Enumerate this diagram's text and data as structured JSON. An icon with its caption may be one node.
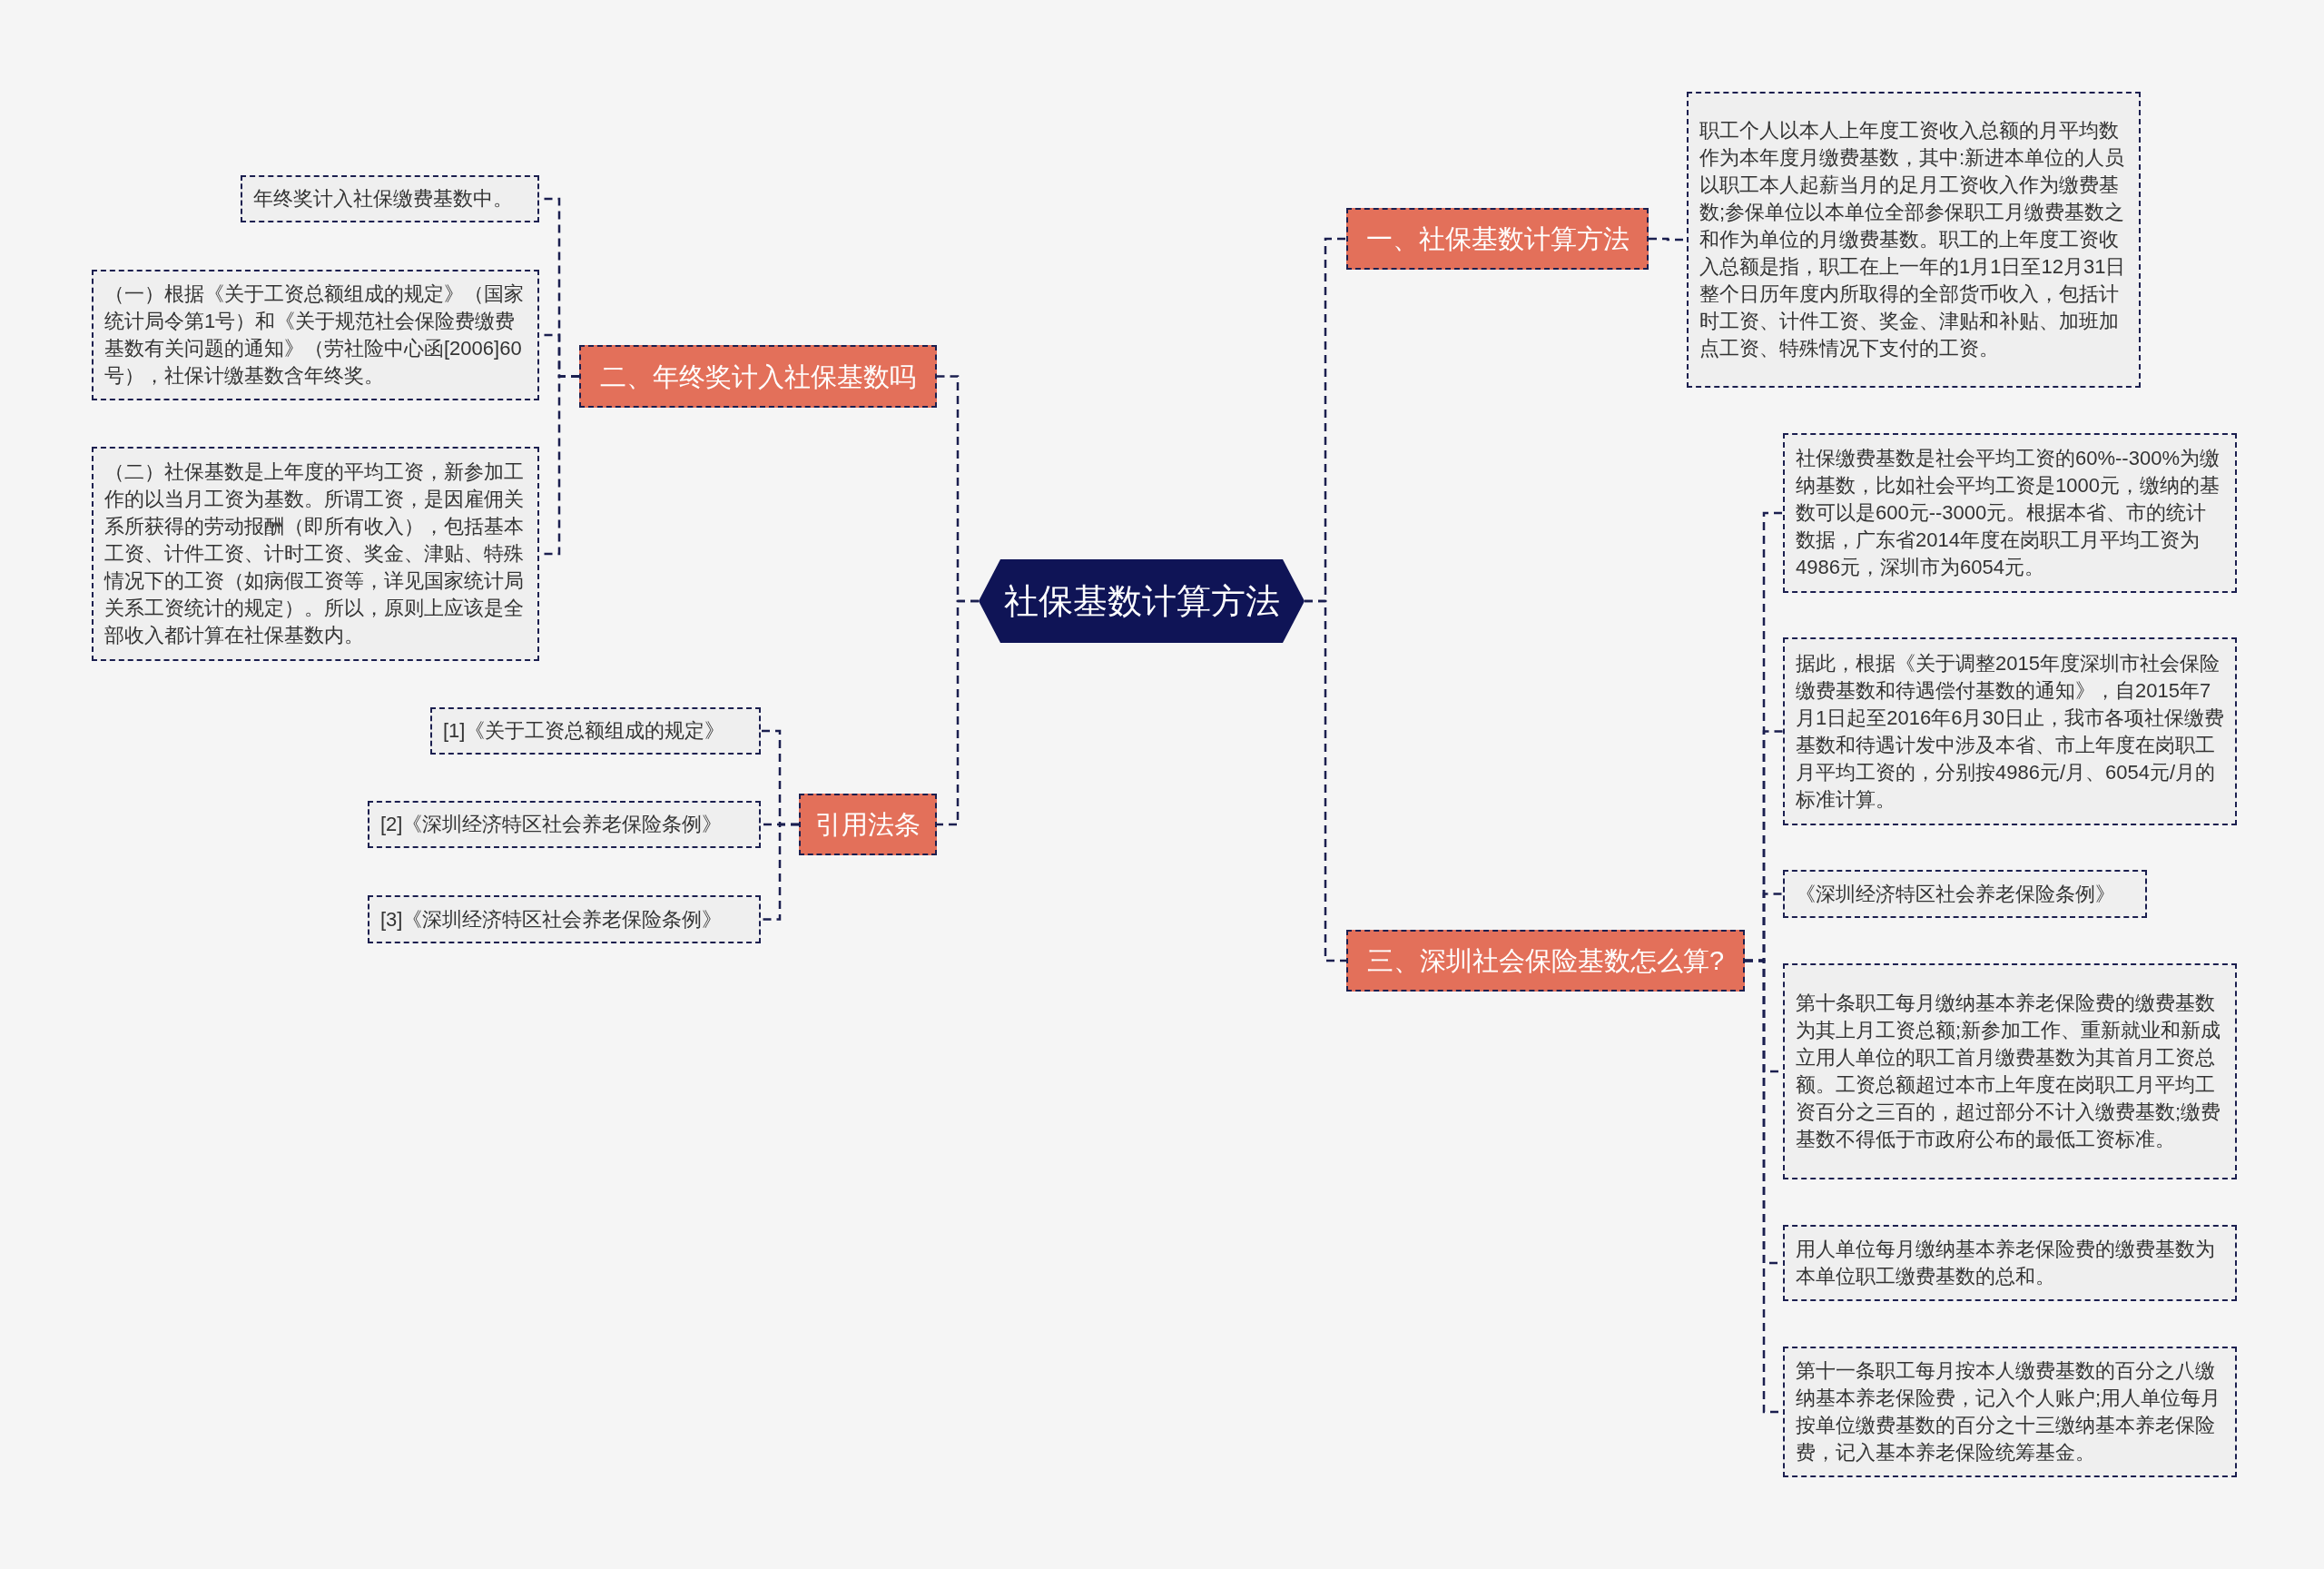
{
  "diagram": {
    "nodes": [
      {
        "text": [
          "社保基数计算方法"
        ]
      },
      {
        "text": [
          "一、社保基数计算方法"
        ]
      },
      {
        "text": [
          "职工个人以本人上年度工资收入总额的月平均数作为本年度月缴费基数，其中:新进本单位的人员以职工本人起薪当月的足月工资收入作为缴费基数;参保单位以本单位全部参保职工月缴费基数之和作为单位的月缴费基数。职工的上年度工资收入总额是指，职工在上一年的1月1日至12月31日整个日历年度内所取得的全部货币收入，包括计时工资、计件工资、奖金、津贴和补贴、加班加点工资、特殊情况下支付的工资。"
        ]
      },
      {
        "text": [
          "二、年终奖计入社保基数吗"
        ]
      },
      {
        "text": [
          "年终奖计入社保缴费基数中。"
        ]
      },
      {
        "text": [
          "（一）根据《关于工资总额组成的规定》（国家统计局令第1号）和《关于规范社会保险费缴费基数有关问题的通知》（劳社险中心函[2006]60号），社保计缴基数含年终奖。"
        ]
      },
      {
        "text": [
          "（二）社保基数是上年度的平均工资，新参加工作的以当月工资为基数。所谓工资，是因雇佣关系所获得的劳动报酬（即所有收入），包括基本工资、计件工资、计时工资、奖金、津贴、特殊情况下的工资（如病假工资等，详见国家统计局关系工资统计的规定）。所以，原则上应该是全部收入都计算在社保基数内。"
        ]
      },
      {
        "text": [
          "引用法条"
        ]
      },
      {
        "text": [
          "[1]《关于工资总额组成的规定》"
        ]
      },
      {
        "text": [
          "[2]《深圳经济特区社会养老保险条例》"
        ]
      },
      {
        "text": [
          "[3]《深圳经济特区社会养老保险条例》"
        ]
      },
      {
        "text": [
          "三、深圳社会保险基数怎么算?"
        ]
      },
      {
        "text": [
          "社保缴费基数是社会平均工资的60%--300%为缴纳基数，比如社会平均工资是1000元，缴纳的基数可以是600元--3000元。根据本省、市的统计数据，广东省2014年度在岗职工月平均工资为4986元，深圳市为6054元。"
        ]
      },
      {
        "text": [
          "据此，根据《关于调整2015年度深圳市社会保险缴费基数和待遇偿付基数的通知》，自2015年7月1日起至2016年6月30日止，我市各项社保缴费基数和待遇计发中涉及本省、市上年度在岗职工月平均工资的，分别按4986元/月、6054元/月的标准计算。"
        ]
      },
      {
        "text": [
          "《深圳经济特区社会养老保险条例》"
        ]
      },
      {
        "text": [
          "第十条职工每月缴纳基本养老保险费的缴费基数为其上月工资总额;新参加工作、重新就业和新成立用人单位的职工首月缴费基数为其首月工资总额。工资总额超过本市上年度在岗职工月平均工资百分之三百的，超过部分不计入缴费基数;缴费基数不得低于市政府公布的最低工资标准。"
        ]
      },
      {
        "text": [
          "用人单位每月缴纳基本养老保险费的缴费基数为本单位职工缴费基数的总和。"
        ]
      },
      {
        "text": [
          "第十一条职工每月按本人缴费基数的百分之八缴纳基本养老保险费，记入个人账户;用人单位每月按单位缴费基数的百分之十三缴纳基本养老保险费，记入基本养老保险统筹基金。"
        ]
      }
    ],
    "edges": [
      {
        "from": 0,
        "to": 1,
        "arrow": "none",
        "style": "dashed"
      },
      {
        "from": 1,
        "to": 2,
        "arrow": "none",
        "style": "dashed"
      },
      {
        "from": 0,
        "to": 3,
        "arrow": "none",
        "style": "dashed"
      },
      {
        "from": 3,
        "to": 4,
        "arrow": "none",
        "style": "dashed"
      },
      {
        "from": 3,
        "to": 5,
        "arrow": "none",
        "style": "dashed"
      },
      {
        "from": 3,
        "to": 6,
        "arrow": "none",
        "style": "dashed"
      },
      {
        "from": 0,
        "to": 7,
        "arrow": "none",
        "style": "dashed"
      },
      {
        "from": 7,
        "to": 8,
        "arrow": "none",
        "style": "dashed"
      },
      {
        "from": 7,
        "to": 9,
        "arrow": "none",
        "style": "dashed"
      },
      {
        "from": 7,
        "to": 10,
        "arrow": "none",
        "style": "dashed"
      },
      {
        "from": 0,
        "to": 11,
        "arrow": "none",
        "style": "dashed"
      },
      {
        "from": 11,
        "to": 12,
        "arrow": "none",
        "style": "dashed"
      },
      {
        "from": 11,
        "to": 13,
        "arrow": "none",
        "style": "dashed"
      },
      {
        "from": 11,
        "to": 14,
        "arrow": "none",
        "style": "dashed"
      },
      {
        "from": 11,
        "to": 15,
        "arrow": "none",
        "style": "dashed"
      },
      {
        "from": 11,
        "to": 16,
        "arrow": "none",
        "style": "dashed"
      },
      {
        "from": 11,
        "to": 17,
        "arrow": "none",
        "style": "dashed"
      }
    ]
  }
}
